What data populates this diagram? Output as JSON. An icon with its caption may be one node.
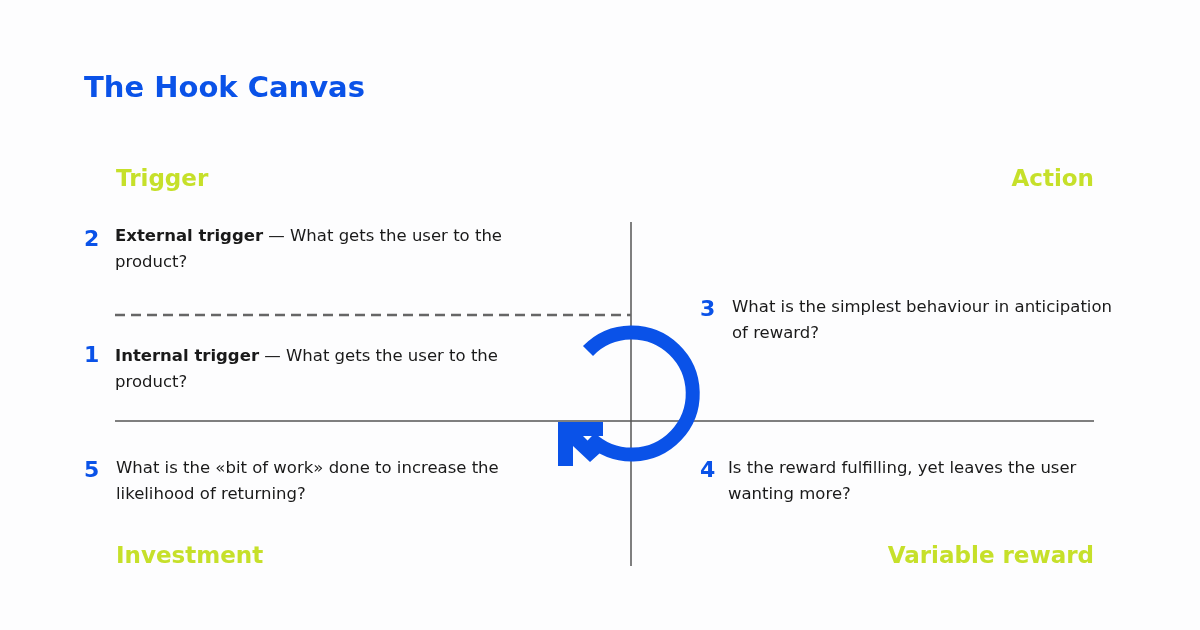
{
  "diagram": {
    "title": "The Hook Canvas",
    "labels": [
      "Trigger",
      "Action",
      "2",
      "**External trigger** — What gets the user to the product?",
      "3",
      "What is the simplest behaviour in anticipation of reward?",
      "1",
      "**Internal trigger** — What gets the user to the product?",
      "5",
      "What is the «bit of work» done to increase the likelihood of returning?",
      "4",
      "Is the reward fulfilling, yet leaves the user wanting more?",
      "Investment",
      "Variable reward"
    ]
  }
}
